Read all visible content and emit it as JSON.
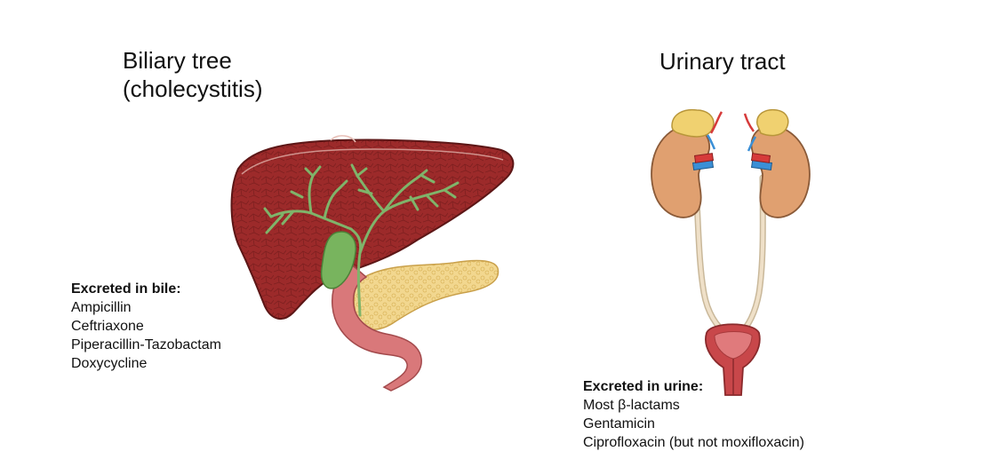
{
  "left_panel": {
    "title_line1": "Biliary tree",
    "title_line2": "(cholecystitis)",
    "heading": "Excreted in bile:",
    "drugs": [
      "Ampicillin",
      "Ceftriaxone",
      "Piperacillin-Tazobactam",
      "Doxycycline"
    ]
  },
  "right_panel": {
    "title": "Urinary tract",
    "heading": "Excreted in urine:",
    "drugs": [
      "Most β-lactams",
      "Gentamicin",
      "Ciprofloxacin (but not moxifloxacin)"
    ]
  },
  "colors": {
    "liver": "#9c2a2a",
    "liver_dark": "#6e1a1a",
    "bile_duct": "#7fb46a",
    "gallbladder": "#78b45e",
    "pancreas": "#f2d78f",
    "duodenum": "#d9787a",
    "kidney": "#e0a070",
    "adrenal": "#f0d170",
    "ureter": "#efe0c8",
    "bladder": "#c8474a",
    "artery": "#d63a3a",
    "vein": "#3a8fd6"
  }
}
